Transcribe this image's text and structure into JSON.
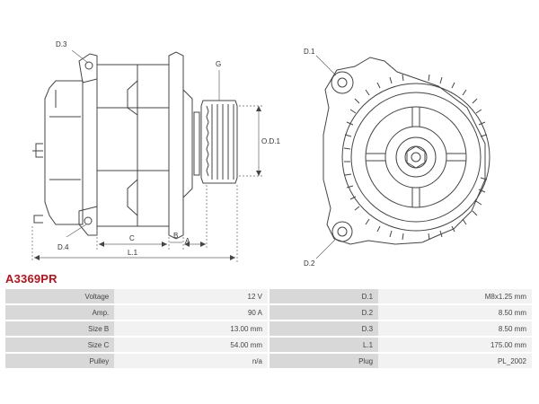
{
  "part_number": "A3369PR",
  "drawing_labels": {
    "d3": "D.3",
    "d4": "D.4",
    "g": "G",
    "od1": "O.D.1",
    "c": "C",
    "b": "B",
    "a": "A",
    "l1": "L.1",
    "d1": "D.1",
    "d2": "D.2"
  },
  "specs": {
    "left": [
      {
        "label": "Voltage",
        "value": "12 V"
      },
      {
        "label": "Amp.",
        "value": "90 A"
      },
      {
        "label": "Size B",
        "value": "13.00 mm"
      },
      {
        "label": "Size C",
        "value": "54.00 mm"
      },
      {
        "label": "Pulley",
        "value": "n/a"
      }
    ],
    "right": [
      {
        "label": "D.1",
        "value": "M8x1.25 mm"
      },
      {
        "label": "D.2",
        "value": "8.50 mm"
      },
      {
        "label": "D.3",
        "value": "8.50 mm"
      },
      {
        "label": "L.1",
        "value": "175.00 mm"
      },
      {
        "label": "Plug",
        "value": "PL_2002"
      }
    ]
  }
}
